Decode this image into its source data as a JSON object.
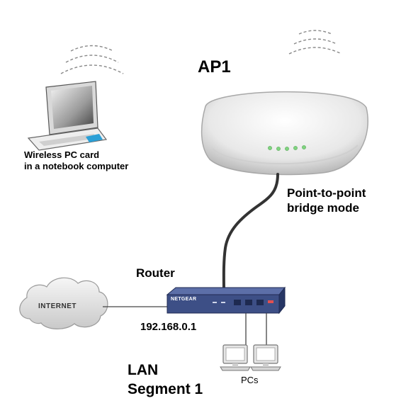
{
  "labels": {
    "ap1": "AP1",
    "wireless_card_line1": "Wireless PC card",
    "wireless_card_line2": "in a notebook computer",
    "bridge_line1": "Point-to-point",
    "bridge_line2": "bridge mode",
    "router": "Router",
    "router_ip": "192.168.0.1",
    "internet": "INTERNET",
    "pcs": "PCs",
    "lan_line1": "LAN",
    "lan_line2": "Segment 1",
    "router_brand": "NETGEAR"
  },
  "colors": {
    "router_body": "#2f3f72",
    "router_front": "#3d4f86",
    "cable": "#333333",
    "ap_body": "#e9e9e9",
    "ap_leds": "#7fd47f",
    "cloud": "#e6e6e6"
  },
  "icons": [
    "laptop-icon",
    "wifi-waves-icon",
    "access-point-icon",
    "cloud-icon",
    "router-icon",
    "pc-icon"
  ]
}
